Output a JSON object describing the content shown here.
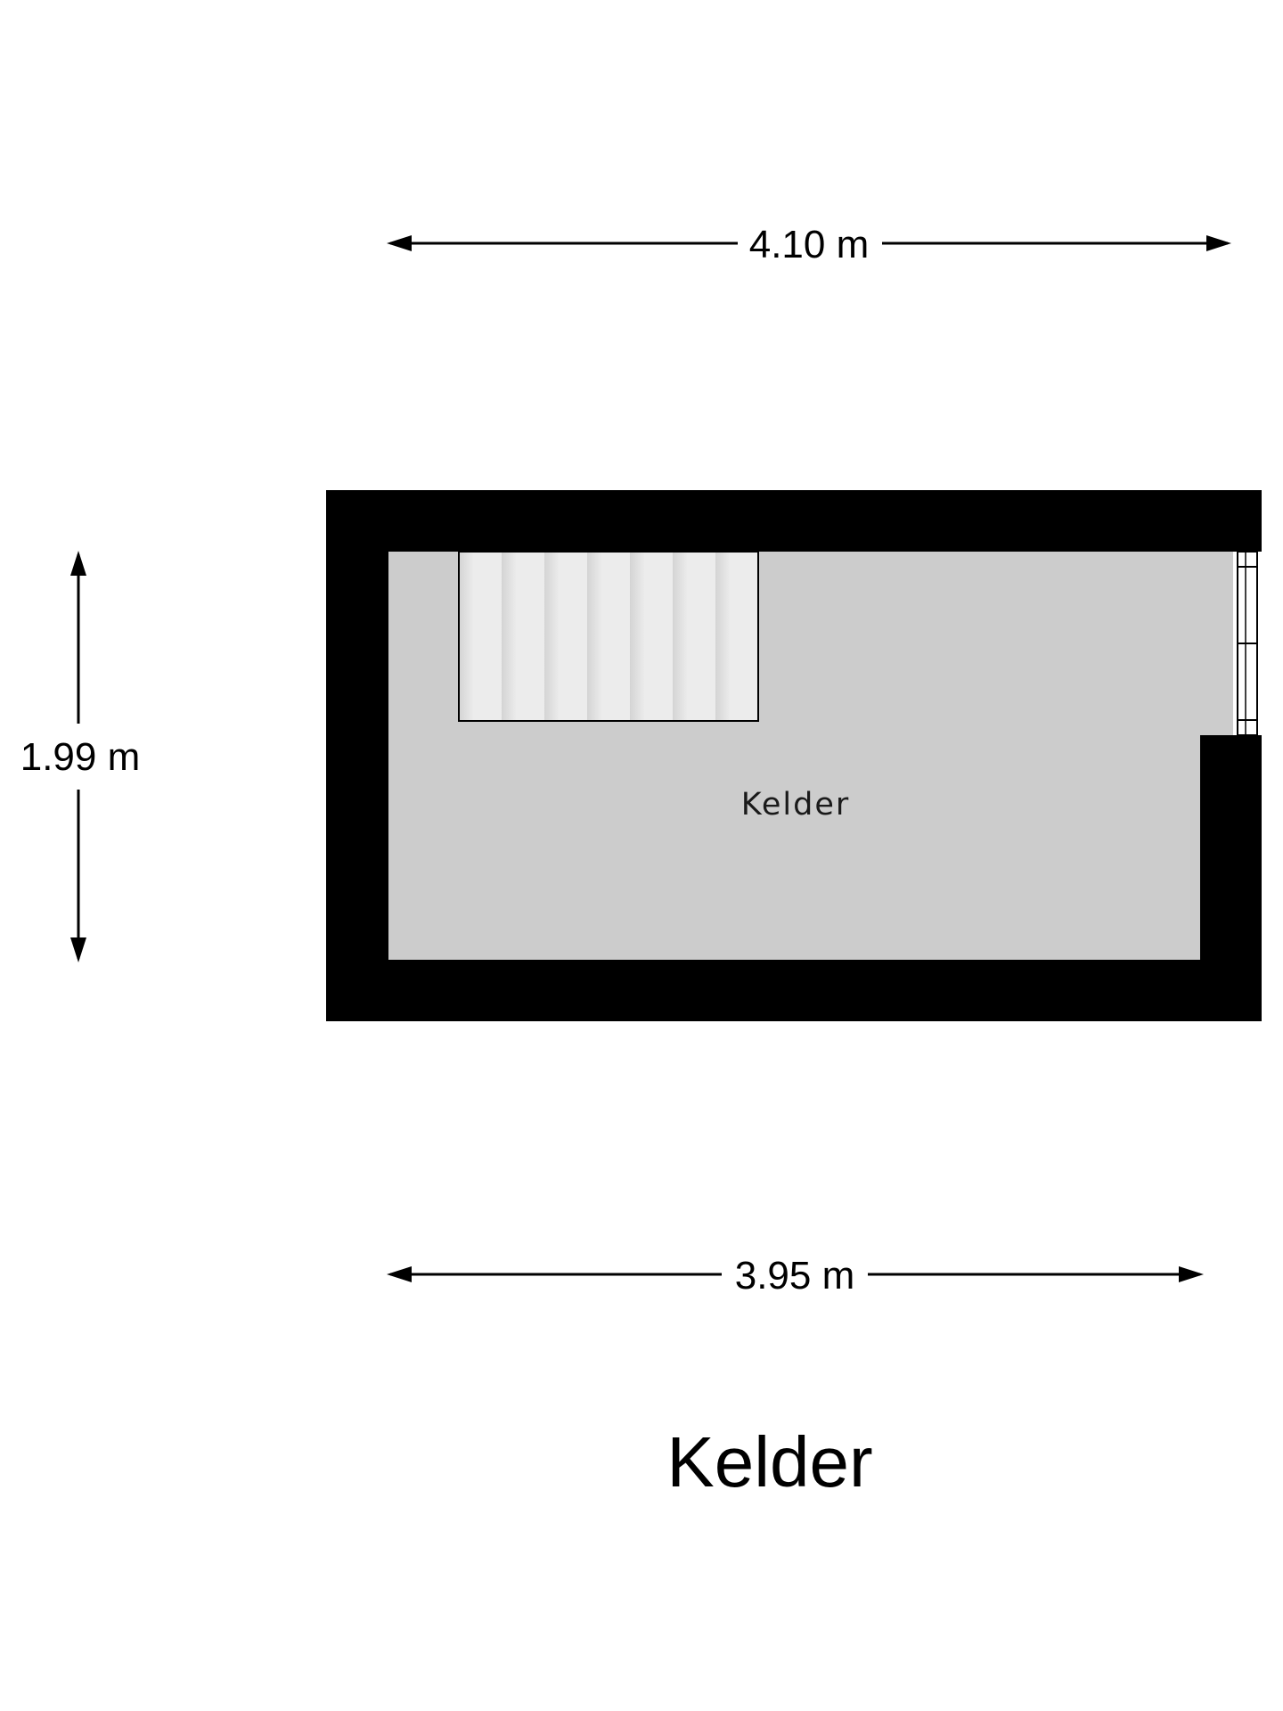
{
  "dimensions": {
    "top_width": "4.10 m",
    "bottom_width": "3.95 m",
    "left_height": "1.99 m"
  },
  "room": {
    "name": "Kelder"
  },
  "plan_title": "Kelder",
  "colors": {
    "wall": "#000000",
    "floor": "#cccccc",
    "stairs": "#ececec",
    "background": "#ffffff"
  }
}
